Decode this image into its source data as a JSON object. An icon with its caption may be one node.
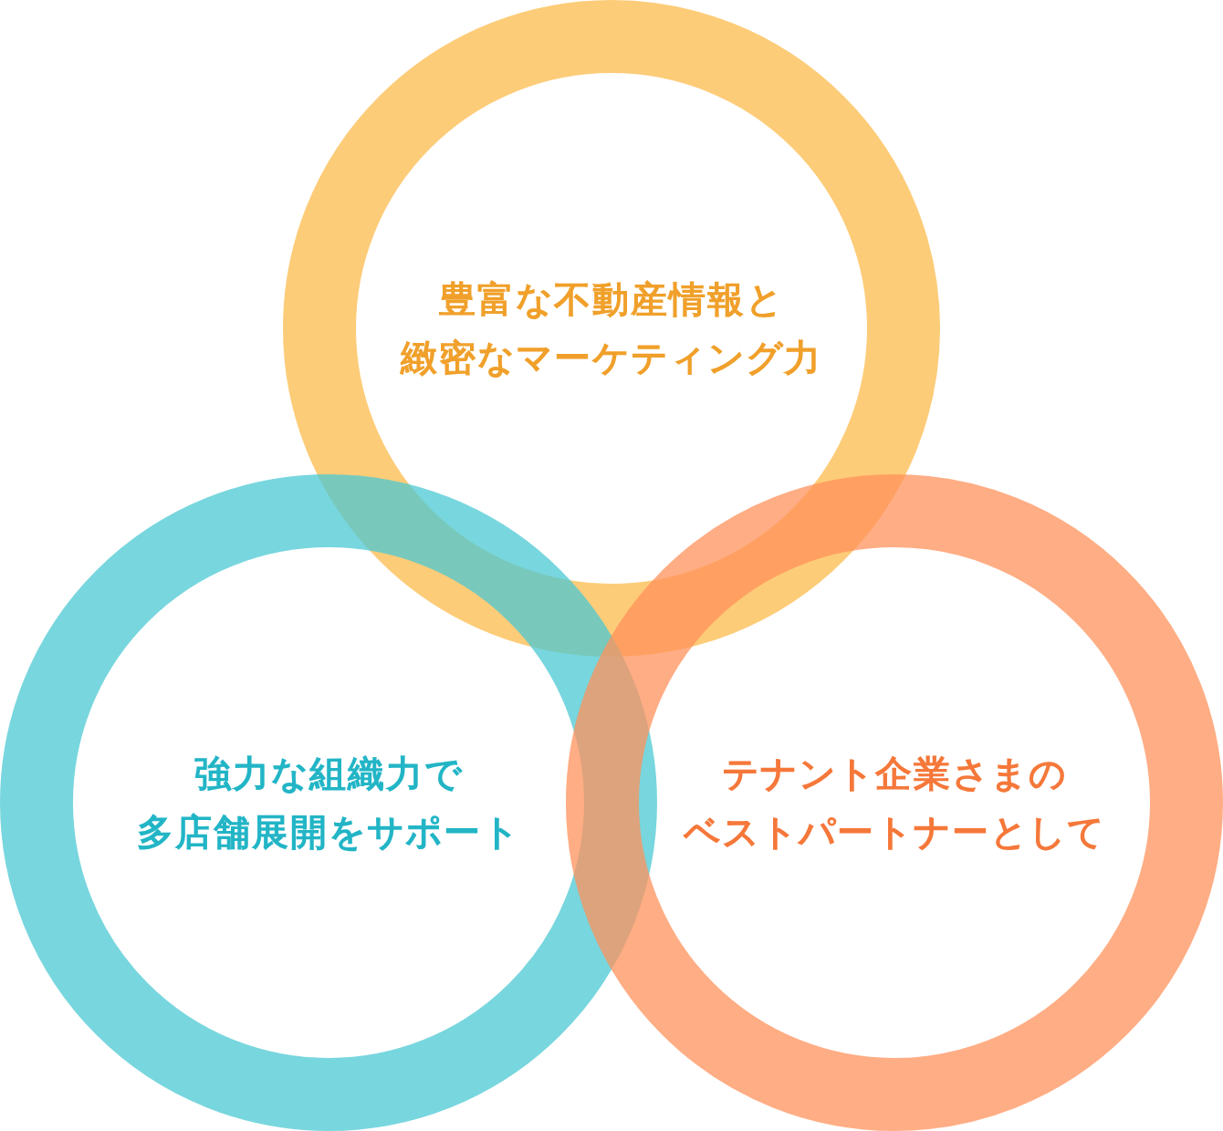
{
  "diagram": {
    "nodes": [
      {
        "text": [
          "豊富な不動産情報と緻密なマーケティング力"
        ]
      },
      {
        "text": [
          "強力な組織力で多店舗展開をサポート"
        ]
      },
      {
        "text": [
          "テナント企業さまのベストパートナーとして"
        ]
      }
    ]
  }
}
